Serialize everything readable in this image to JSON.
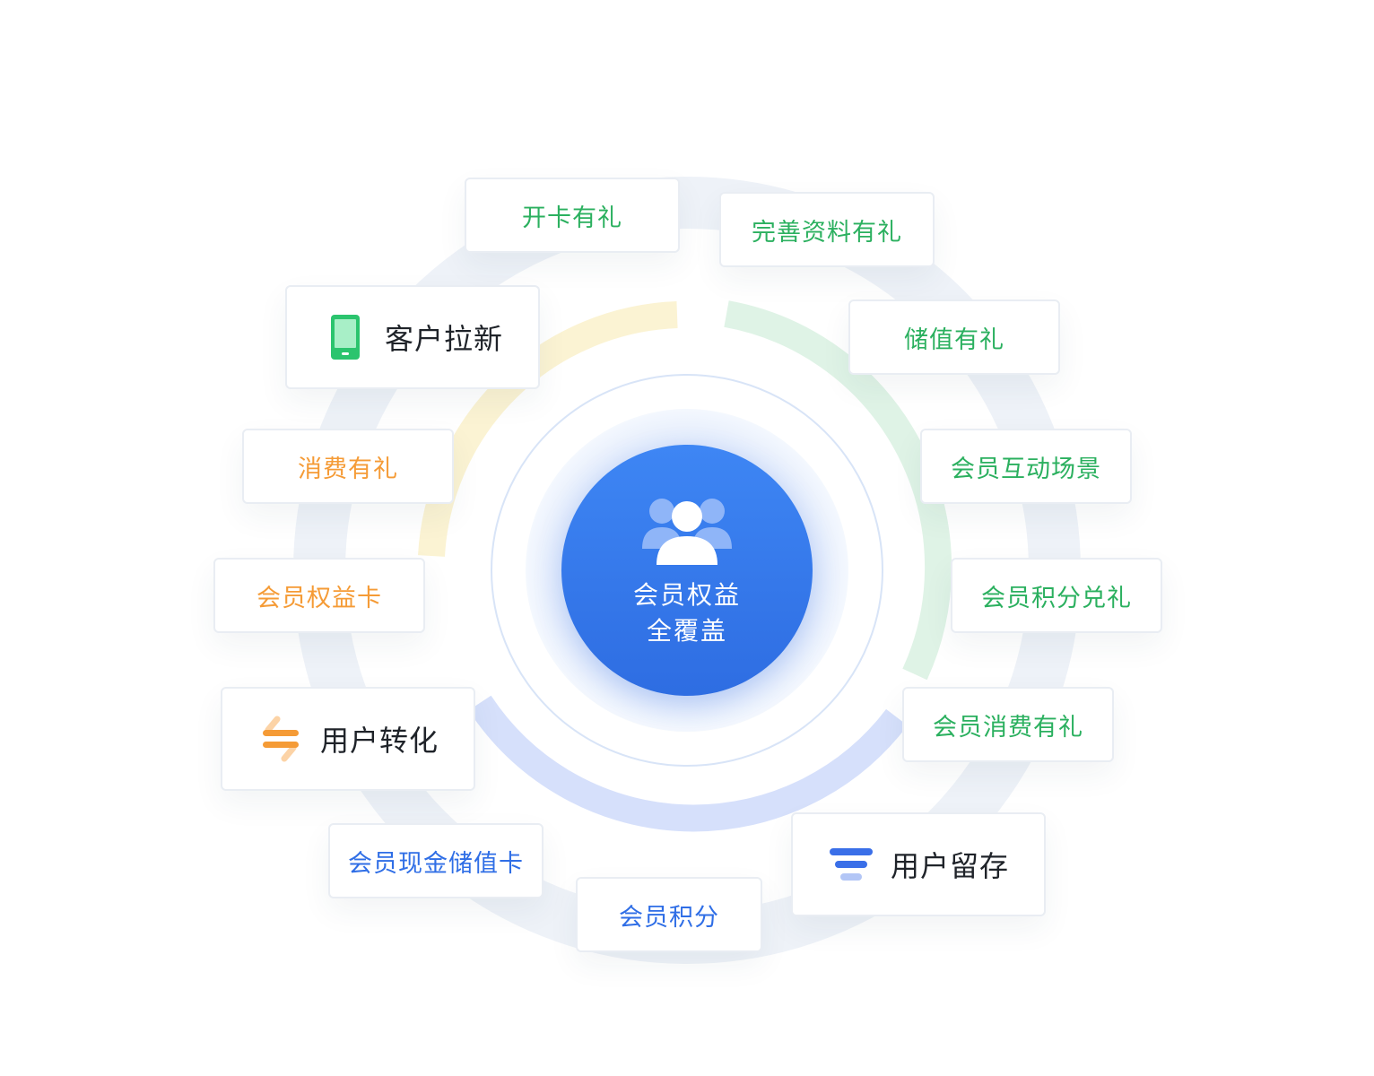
{
  "center": {
    "line1": "会员权益",
    "line2": "全覆盖",
    "icon": "members-group-icon"
  },
  "categories": {
    "acquisition": {
      "label": "客户拉新",
      "icon": "mobile-phone-icon",
      "color": "#2bc46e"
    },
    "conversion": {
      "label": "用户转化",
      "icon": "exchange-icon",
      "color": "#f59b36"
    },
    "retention": {
      "label": "用户留存",
      "icon": "funnel-layers-icon",
      "color": "#3a6fe8"
    }
  },
  "items": {
    "open_card": "开卡有礼",
    "complete_profile": "完善资料有礼",
    "stored_value": "储值有礼",
    "interaction": "会员互动场景",
    "points_exchange": "会员积分兑礼",
    "member_consume": "会员消费有礼",
    "consume": "消费有礼",
    "rights_card": "会员权益卡",
    "cash_card": "会员现金储值卡",
    "points": "会员积分"
  },
  "colors": {
    "green": "#2bb05f",
    "orange": "#f59b36",
    "blue": "#2f6ee6",
    "center": "#3a7bef"
  }
}
